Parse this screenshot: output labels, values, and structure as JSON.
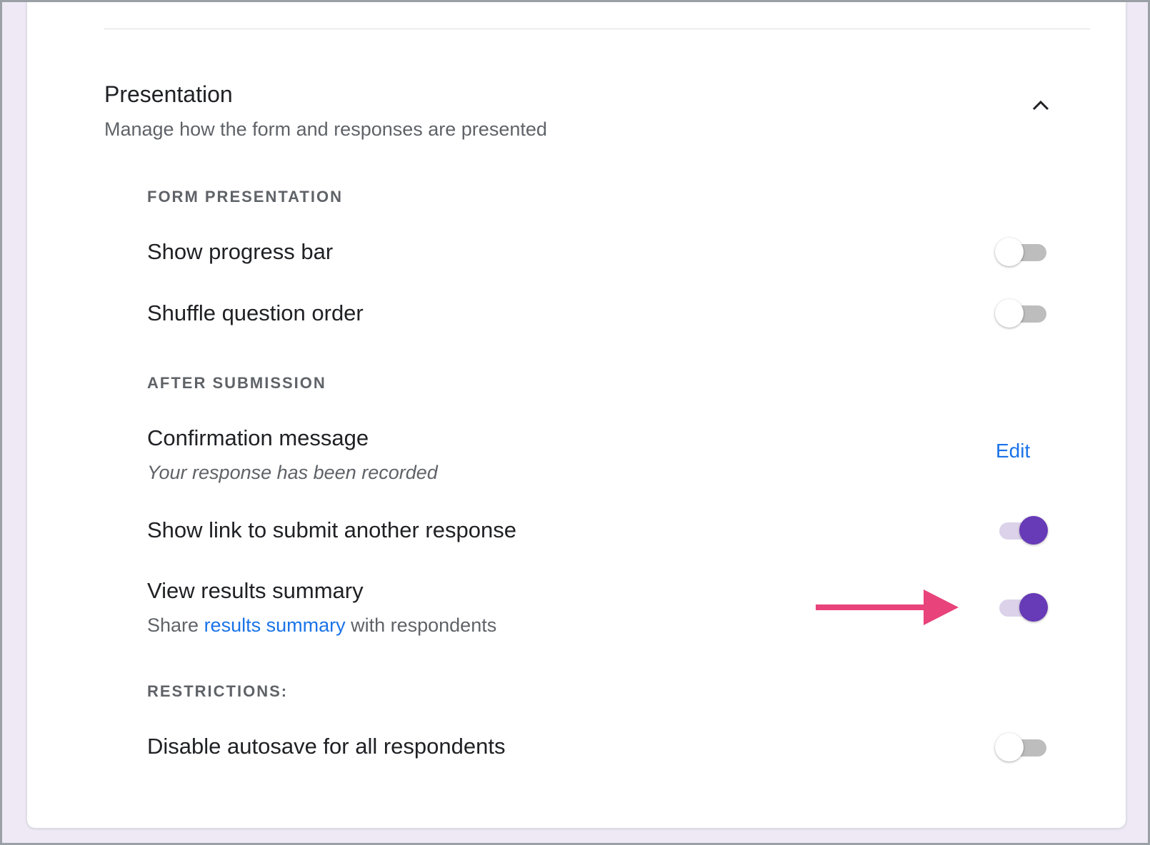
{
  "section": {
    "title": "Presentation",
    "description": "Manage how the form and responses are presented",
    "collapse_icon": "chevron-up-icon"
  },
  "groups": {
    "form_presentation": "FORM PRESENTATION",
    "after_submission": "AFTER SUBMISSION",
    "restrictions": "RESTRICTIONS:"
  },
  "settings": {
    "progress_bar": {
      "label": "Show progress bar",
      "enabled": false
    },
    "shuffle": {
      "label": "Shuffle question order",
      "enabled": false
    },
    "confirmation": {
      "label": "Confirmation message",
      "value": "Your response has been recorded",
      "edit_label": "Edit"
    },
    "submit_another": {
      "label": "Show link to submit another response",
      "enabled": true
    },
    "results_summary": {
      "label": "View results summary",
      "sub_prefix": "Share ",
      "sub_link": "results summary",
      "sub_suffix": " with respondents",
      "enabled": true
    },
    "disable_autosave": {
      "label": "Disable autosave for all respondents",
      "enabled": false
    }
  },
  "colors": {
    "accent": "#673ab7",
    "link": "#1a73e8",
    "annotation_arrow": "#e8437a",
    "toggle_off_track": "#bdbdbd",
    "toggle_on_track": "#dcd3ea"
  }
}
